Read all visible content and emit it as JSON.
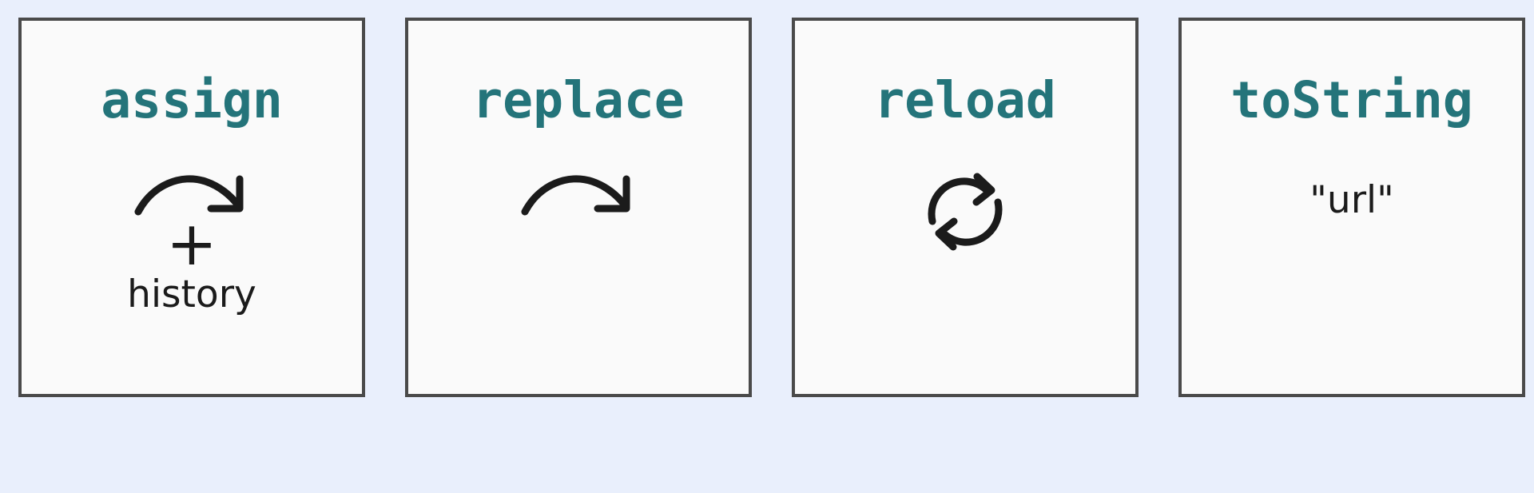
{
  "theme": {
    "background": "#e9effc",
    "card_background": "#fafafa",
    "card_border": "#4a4a4a",
    "title_color": "#24747a",
    "text_color": "#1b1b1b"
  },
  "cards": [
    {
      "title": "assign",
      "icon": "curved-arrow-right-icon",
      "plus": "+",
      "sub_label": "history",
      "value": ""
    },
    {
      "title": "replace",
      "icon": "curved-arrow-right-icon",
      "plus": "",
      "sub_label": "",
      "value": ""
    },
    {
      "title": "reload",
      "icon": "reload-refresh-icon",
      "plus": "",
      "sub_label": "",
      "value": ""
    },
    {
      "title": "toString",
      "icon": "",
      "plus": "",
      "sub_label": "",
      "value": "\"url\""
    }
  ]
}
